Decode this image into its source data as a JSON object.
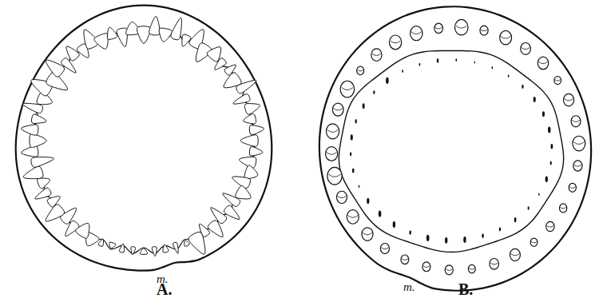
{
  "diagram": {
    "labels": [
      "m.",
      "A.",
      "m.",
      "B."
    ]
  }
}
